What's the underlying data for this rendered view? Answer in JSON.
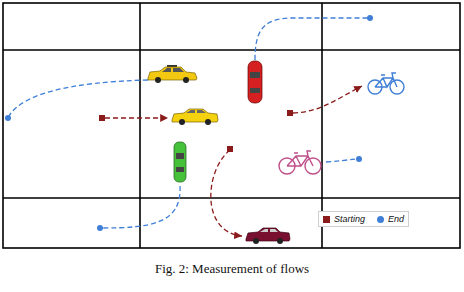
{
  "diagram": {
    "caption": "Fig. 2: Measurement of flows",
    "legend": [
      {
        "text": "Starting",
        "color": "#8b1a1a"
      },
      {
        "text": "End",
        "color": "#3f7fd6"
      }
    ]
  }
}
